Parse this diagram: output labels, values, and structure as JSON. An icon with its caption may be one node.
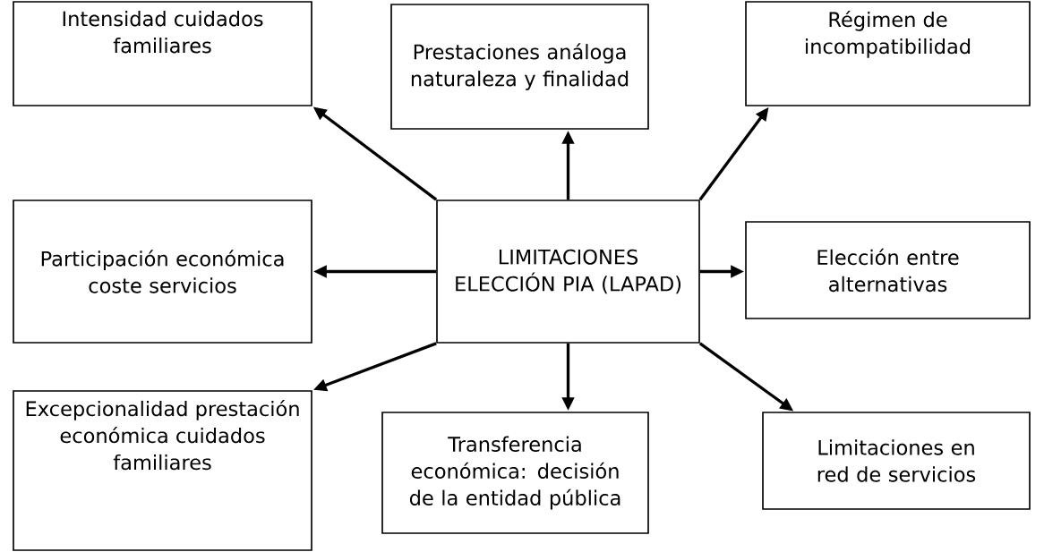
{
  "diagram": {
    "nodes": [
      {
        "text": [
          "Intensidad cuidados familiares"
        ]
      },
      {
        "text": [
          "Prestaciones análoga naturaleza y finalidad"
        ]
      },
      {
        "text": [
          "Régimen de incompatibilidad"
        ]
      },
      {
        "text": [
          "Participación económica coste servicios"
        ]
      },
      {
        "text": [
          "LIMITACIONES ELECCIÓN PIA (LAPAD)"
        ]
      },
      {
        "text": [
          "Elección entre alternativas"
        ]
      },
      {
        "text": [
          "Excepcionalidad prestación económica cuidados familiares"
        ]
      },
      {
        "text": [
          "Transferencia económica: decisión de la entidad pública"
        ]
      },
      {
        "text": [
          "Limitaciones en red de servicios"
        ]
      }
    ],
    "edges": [
      {
        "from": 4,
        "to": 0,
        "arrow": "to"
      },
      {
        "from": 4,
        "to": 1,
        "arrow": "to"
      },
      {
        "from": 4,
        "to": 2,
        "arrow": "to"
      },
      {
        "from": 4,
        "to": 3,
        "arrow": "to"
      },
      {
        "from": 4,
        "to": 5,
        "arrow": "to"
      },
      {
        "from": 4,
        "to": 6,
        "arrow": "to"
      },
      {
        "from": 4,
        "to": 7,
        "arrow": "to"
      },
      {
        "from": 4,
        "to": 8,
        "arrow": "to"
      }
    ]
  }
}
